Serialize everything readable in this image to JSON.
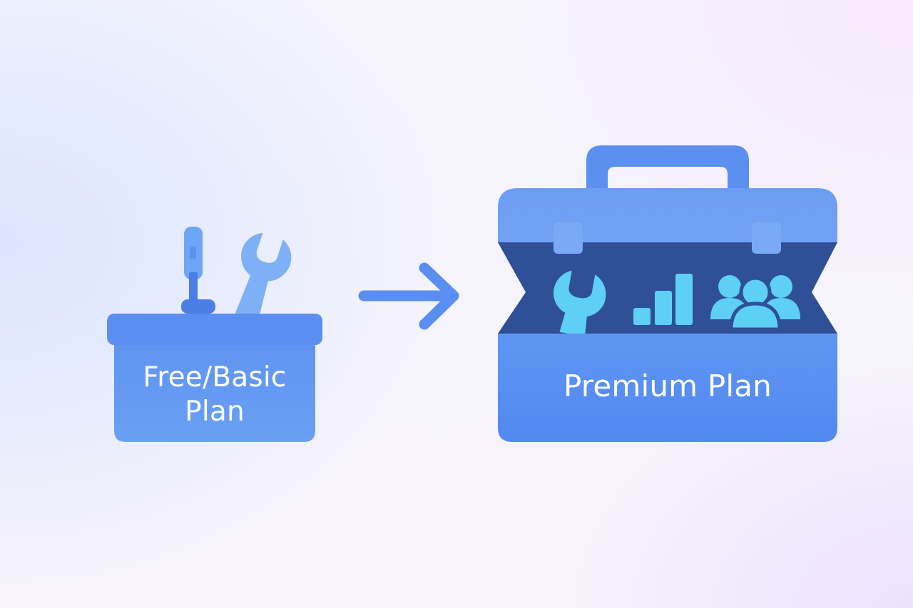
{
  "free_plan": {
    "line1": "Free/Basic",
    "line2": "Plan",
    "icons": [
      "screwdriver-icon",
      "wrench-icon"
    ]
  },
  "arrow": {
    "icon": "arrow-right-icon"
  },
  "premium_plan": {
    "label": "Premium Plan",
    "icons": [
      "wrench-icon",
      "bar-chart-icon",
      "users-group-icon"
    ]
  },
  "colors": {
    "background": "#f5f4fd",
    "box_blue": "#5b8ff0",
    "box_top_blue": "#6c9cf2",
    "interior_navy": "#2f4f96",
    "light_tool_blue": "#7eb0f7",
    "cyan_icon": "#5ed0f5",
    "label_text": "#ffffff"
  }
}
